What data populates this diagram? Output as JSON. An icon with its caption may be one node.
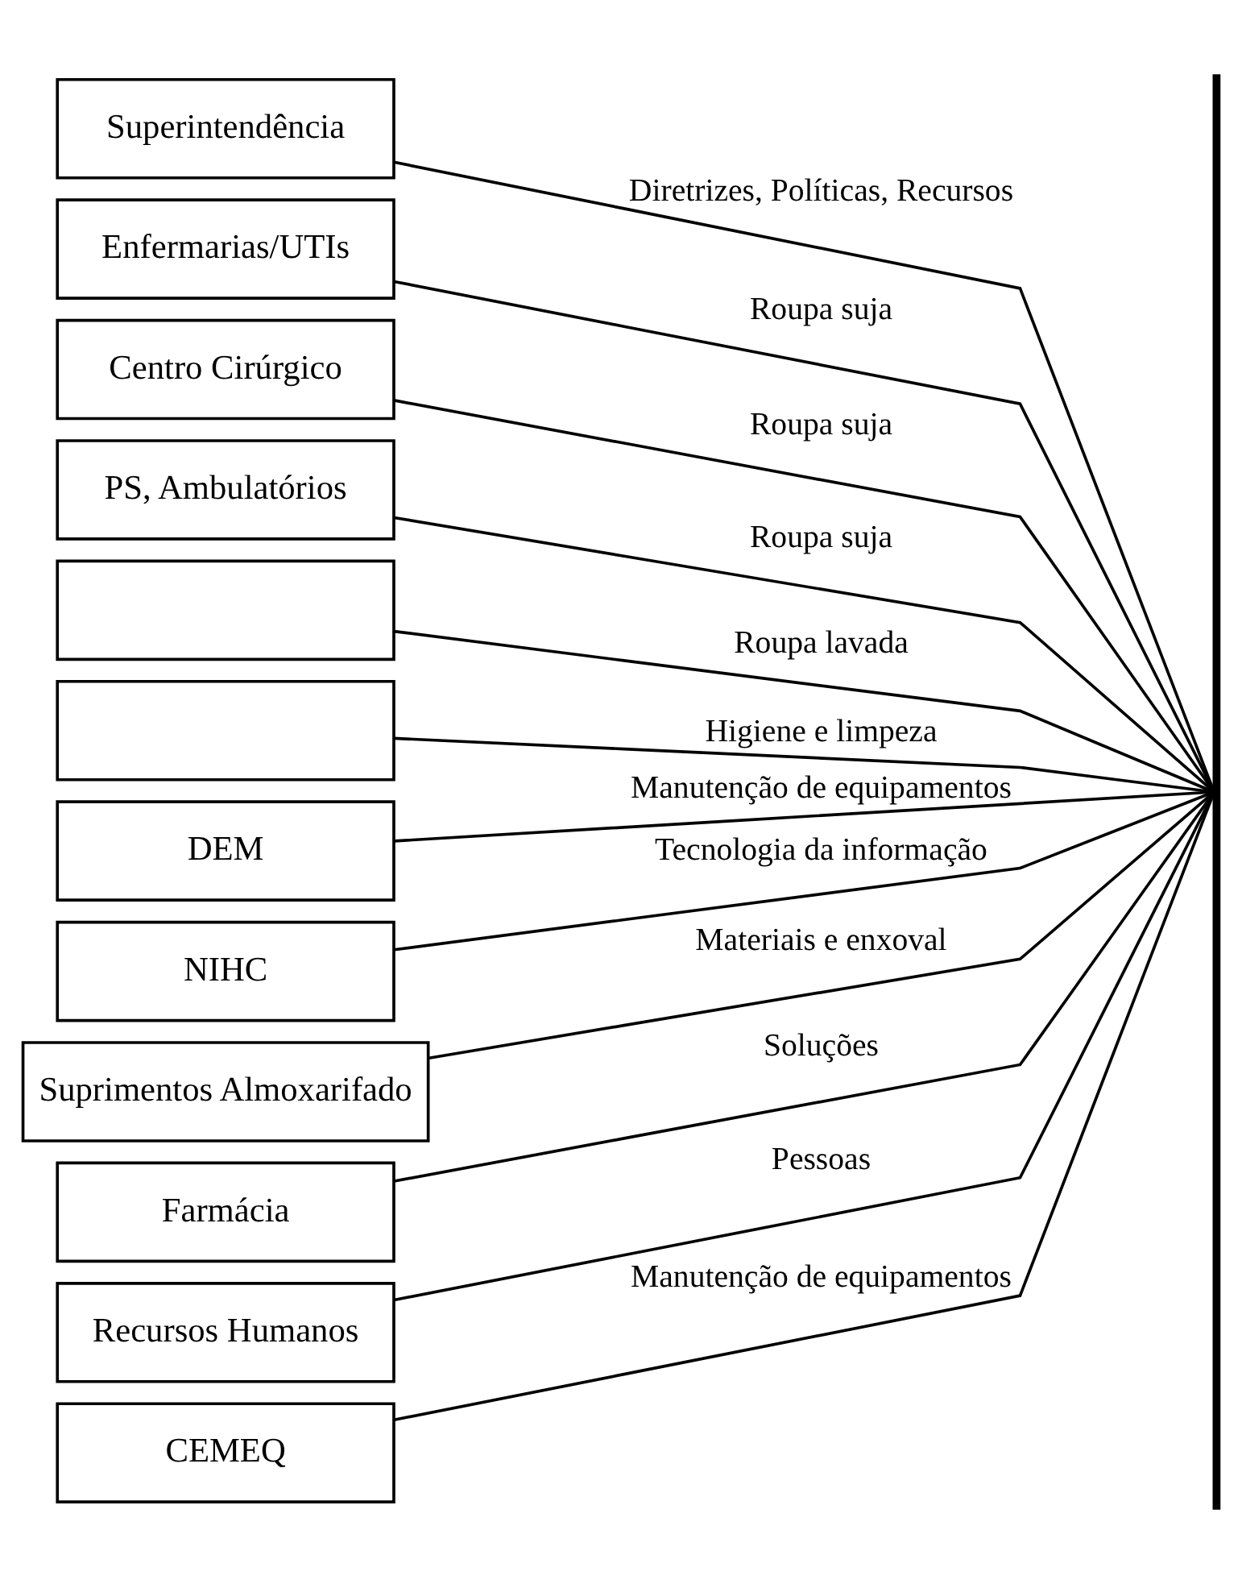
{
  "diagram": {
    "nodes": [
      {
        "text": [
          "Superintendência"
        ]
      },
      {
        "text": [
          "Enfermarias/UTIs"
        ]
      },
      {
        "text": [
          "Centro Cirúrgico"
        ]
      },
      {
        "text": [
          "PS, Ambulatórios"
        ]
      },
      {
        "text": [],
        "shape": "box"
      },
      {
        "text": [],
        "shape": "box"
      },
      {
        "text": [
          "DEM"
        ]
      },
      {
        "text": [
          "NIHC"
        ]
      },
      {
        "text": [
          "Suprimentos Almoxarifado"
        ]
      },
      {
        "text": [
          "Farmácia"
        ]
      },
      {
        "text": [
          "Recursos Humanos"
        ]
      },
      {
        "text": [
          "CEMEQ"
        ]
      },
      {
        "text": [],
        "shape": "bar"
      }
    ],
    "edges": [
      {
        "from": 0,
        "to": 12,
        "arrow": "none",
        "label": "Diretrizes, Políticas, Recursos"
      },
      {
        "from": 1,
        "to": 12,
        "arrow": "none",
        "label": "Roupa suja"
      },
      {
        "from": 2,
        "to": 12,
        "arrow": "none",
        "label": "Roupa suja"
      },
      {
        "from": 3,
        "to": 12,
        "arrow": "none",
        "label": "Roupa suja"
      },
      {
        "from": 4,
        "to": 12,
        "arrow": "none",
        "label": "Roupa lavada"
      },
      {
        "from": 5,
        "to": 12,
        "arrow": "none",
        "label": "Higiene e limpeza"
      },
      {
        "from": 6,
        "to": 12,
        "arrow": "none",
        "label": "Manutenção de equipamentos"
      },
      {
        "from": 7,
        "to": 12,
        "arrow": "none",
        "label": "Tecnologia da informação"
      },
      {
        "from": 8,
        "to": 12,
        "arrow": "none",
        "label": "Materiais e enxoval"
      },
      {
        "from": 9,
        "to": 12,
        "arrow": "none",
        "label": "Soluções"
      },
      {
        "from": 10,
        "to": 12,
        "arrow": "none",
        "label": "Pessoas"
      },
      {
        "from": 11,
        "to": 12,
        "arrow": "none",
        "label": "Manutenção de equipamentos"
      }
    ]
  }
}
